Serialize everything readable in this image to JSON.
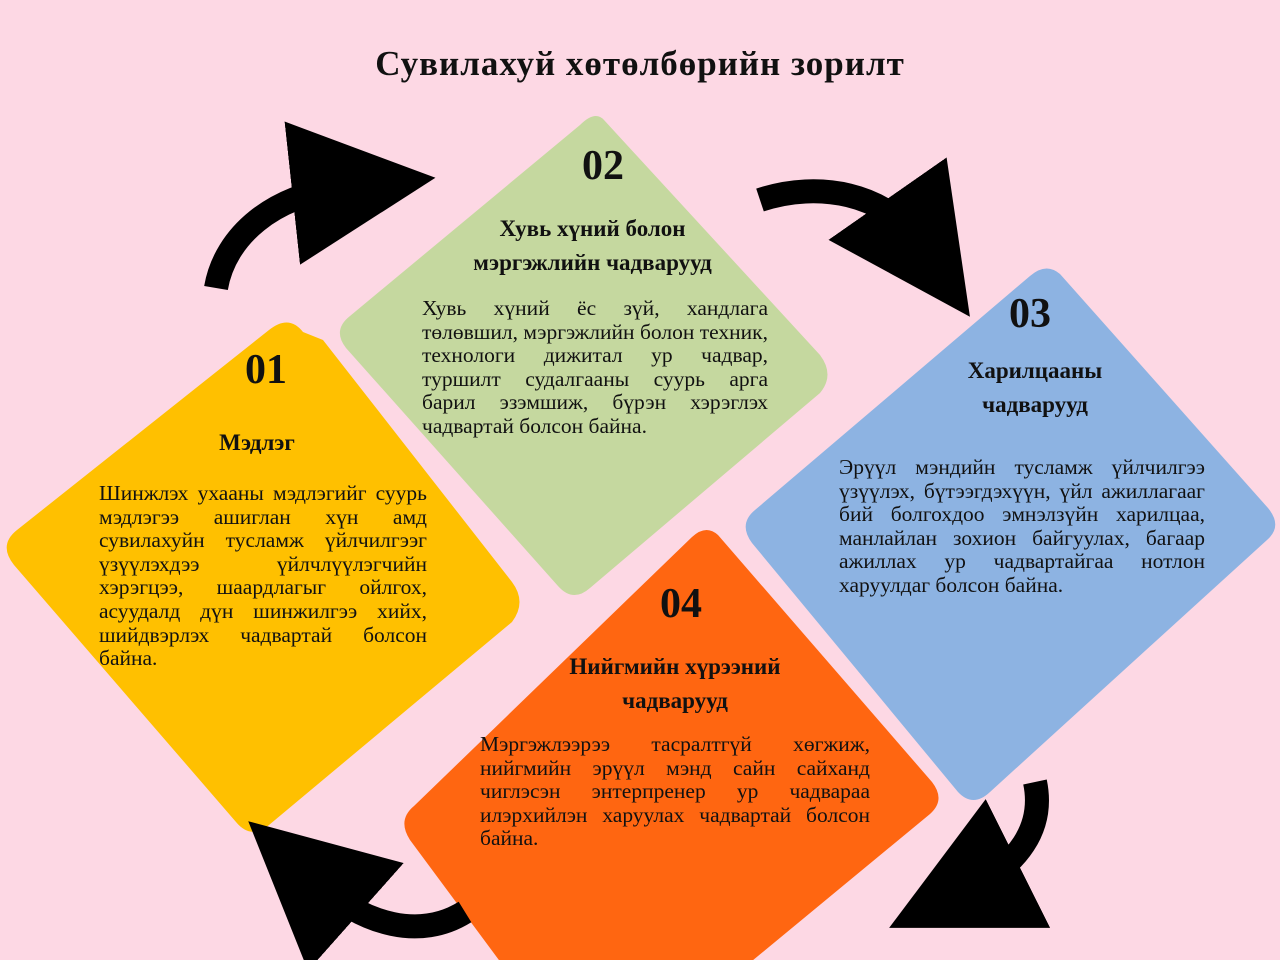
{
  "title": "Сувилахуй хөтөлбөрийн зорилт",
  "colors": {
    "background": "#fdd8e4",
    "card1": "#ffc000",
    "card2": "#c5d89f",
    "card3": "#8db3e2",
    "card4": "#ff6611",
    "arrow": "#000000"
  },
  "cards": [
    {
      "number": "01",
      "heading": "Мэдлэг",
      "text": "Шинжлэх ухааны мэдлэгийг суурь мэдлэгээ ашиглан хүн амд сувилахуйн тусламж үйлчилгээг үзүүлэхдээ үйлчлүүлэгчийн хэрэгцээ, шаардлагыг ойлгох, асуудалд дүн шинжилгээ хийх, шийдвэрлэх чадвартай болсон байна."
    },
    {
      "number": "02",
      "heading": "Хувь хүний болон мэргэжлийн чадварууд",
      "text": "Хувь хүний ёс зүй, хандлага төлөвшил, мэргэжлийн болон техник, технологи дижитал ур чадвар, туршилт судалгааны суурь арга барил эзэмшиж, бүрэн хэрэглэх чадвартай болсон байна."
    },
    {
      "number": "03",
      "heading": "Харилцааны чадварууд",
      "text": "Эрүүл мэндийн тусламж үйлчилгээ үзүүлэх, бүтээгдэхүүн, үйл ажиллагааг бий болгохдоо эмнэлзүйн харилцаа, манлайлан зохион байгуулах, багаар ажиллах ур чадвартайгаа нотлон харуулдаг болсон байна."
    },
    {
      "number": "04",
      "heading": "Нийгмийн хүрээний чадварууд",
      "text": "Мэргэжлээрээ тасралтгүй хөгжиж, нийгмийн эрүүл мэнд сайн сайханд чиглэсэн энтерпренер ур чадвараа илэрхийлэн харуулах чадвартай болсон байна."
    }
  ]
}
